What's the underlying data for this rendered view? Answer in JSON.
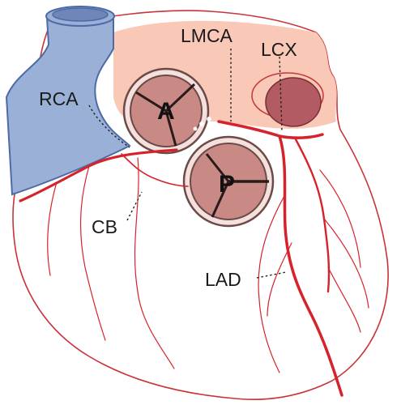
{
  "colors": {
    "myocardium": "#f6b29e",
    "myocardium_light": "#f9c8b6",
    "outline": "#c9333a",
    "artery": "#d6222a",
    "aorta_vein": "#9ab0d6",
    "aorta_vein_dark": "#6f86b8",
    "valve_fill": "#c98a86",
    "valve_ring": "#f4e0dc",
    "lcx_orifice": "#b35b63",
    "background": "#ffffff"
  },
  "labels": {
    "rca": "RCA",
    "lmca": "LMCA",
    "lcx": "LCX",
    "cb": "CB",
    "lad": "LAD"
  },
  "valves": {
    "aortic": "A",
    "pulmonary": "P"
  }
}
